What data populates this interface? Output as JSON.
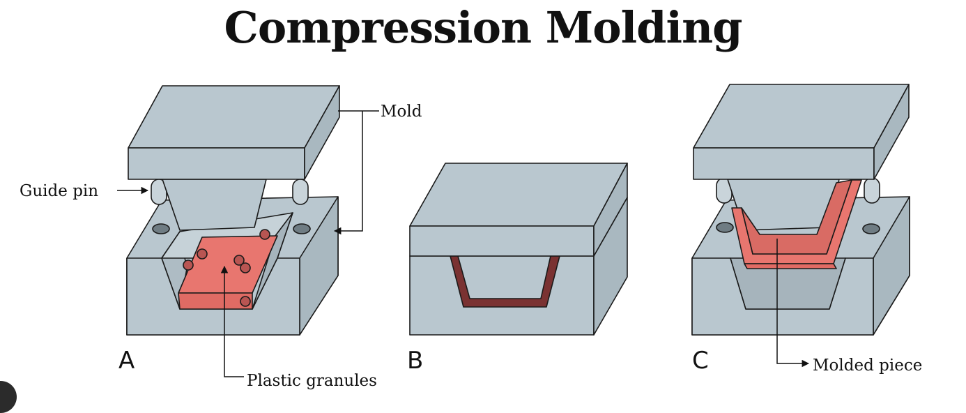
{
  "title": "Compression Molding",
  "labels": {
    "mold": "Mold",
    "guide_pin": "Guide pin",
    "plastic_granules": "Plastic granules",
    "molded_piece": "Molded piece"
  },
  "panels": [
    "A",
    "B",
    "C"
  ],
  "colors": {
    "mold_fill": "#b9c7cf",
    "outline": "#1a1a1a",
    "plastic": "#e8766f",
    "granule": "#b85552",
    "cured_plastic": "#7a3232",
    "pin_hole": "#6f7c83"
  }
}
